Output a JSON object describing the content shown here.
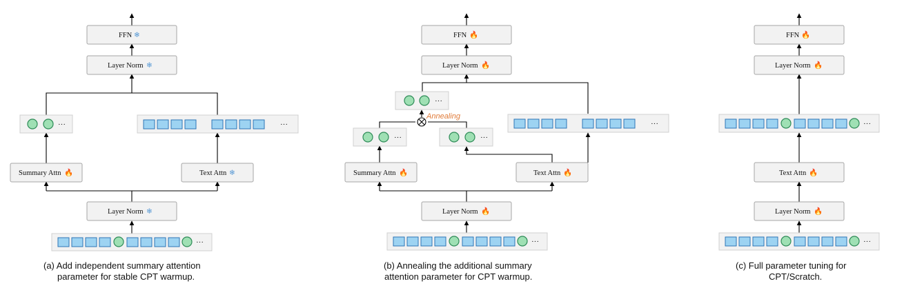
{
  "labels": {
    "ffn": "FFN",
    "layer_norm": "Layer Norm",
    "summary_attn": "Summary Attn",
    "text_attn": "Text Attn",
    "annealing": "Annealing",
    "ellipsis": "···"
  },
  "icons": {
    "frozen": "❄",
    "trainable": "🔥"
  },
  "colors": {
    "text_token_fill": "#9dd3f2",
    "summary_token_fill": "#9fe0b4",
    "annealing_text": "#e07b39",
    "frozen_icon": "#5b9bd5"
  },
  "captions": {
    "a_line1": "(a)  Add independent summary  attention",
    "a_line2": "parameter for stable CPT warmup.",
    "b_line1": "(b)  Annealing the additional summary",
    "b_line2": "attention parameter for CPT warmup.",
    "c_line1": "(c)  Full parameter tuning for",
    "c_line2": "CPT/Scratch."
  }
}
